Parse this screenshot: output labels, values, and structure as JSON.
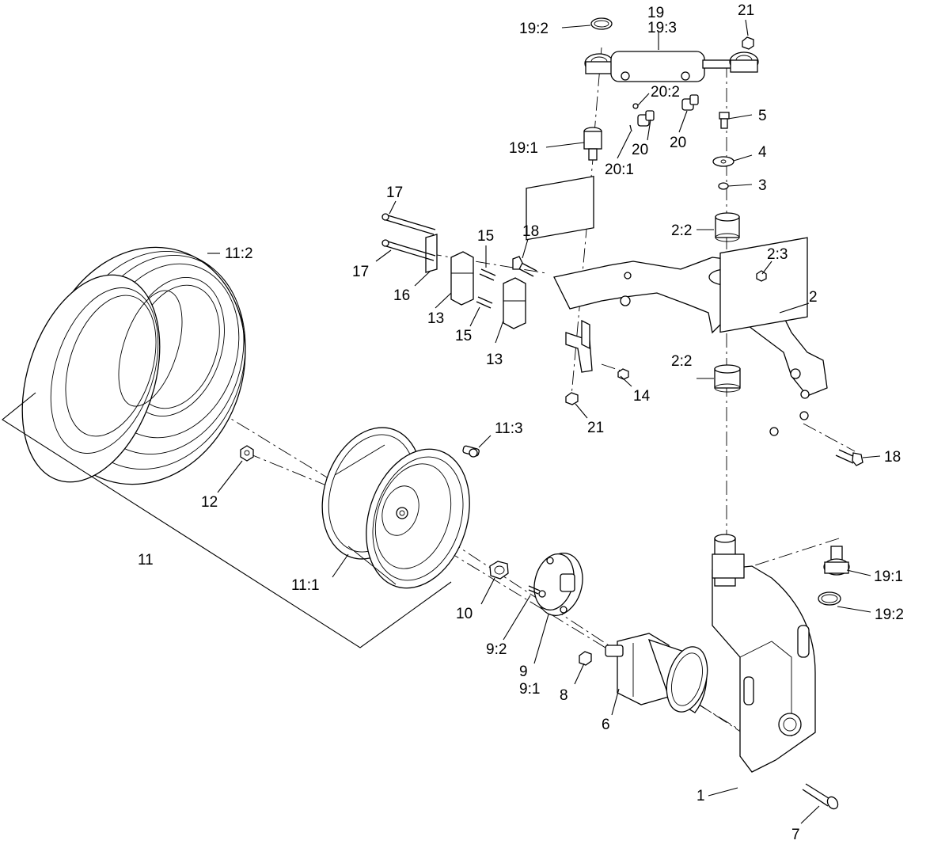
{
  "callouts": {
    "c1": "1",
    "c2": "2",
    "c2_2a": "2:2",
    "c2_2b": "2:2",
    "c2_3": "2:3",
    "c3": "3",
    "c4": "4",
    "c5": "5",
    "c6": "6",
    "c7": "7",
    "c8": "8",
    "c9": "9",
    "c9_1": "9:1",
    "c9_2": "9:2",
    "c10": "10",
    "c11": "11",
    "c11_1": "11:1",
    "c11_2": "11:2",
    "c11_3": "11:3",
    "c12": "12",
    "c13a": "13",
    "c13b": "13",
    "c14": "14",
    "c15a": "15",
    "c15b": "15",
    "c16": "16",
    "c17a": "17",
    "c17b": "17",
    "c18a": "18",
    "c18b": "18",
    "c19": "19",
    "c19_3": "19:3",
    "c19_1a": "19:1",
    "c19_1b": "19:1",
    "c19_2a": "19:2",
    "c19_2b": "19:2",
    "c20a": "20",
    "c20b": "20",
    "c20_1": "20:1",
    "c20_2": "20:2",
    "c21a": "21",
    "c21b": "21"
  }
}
